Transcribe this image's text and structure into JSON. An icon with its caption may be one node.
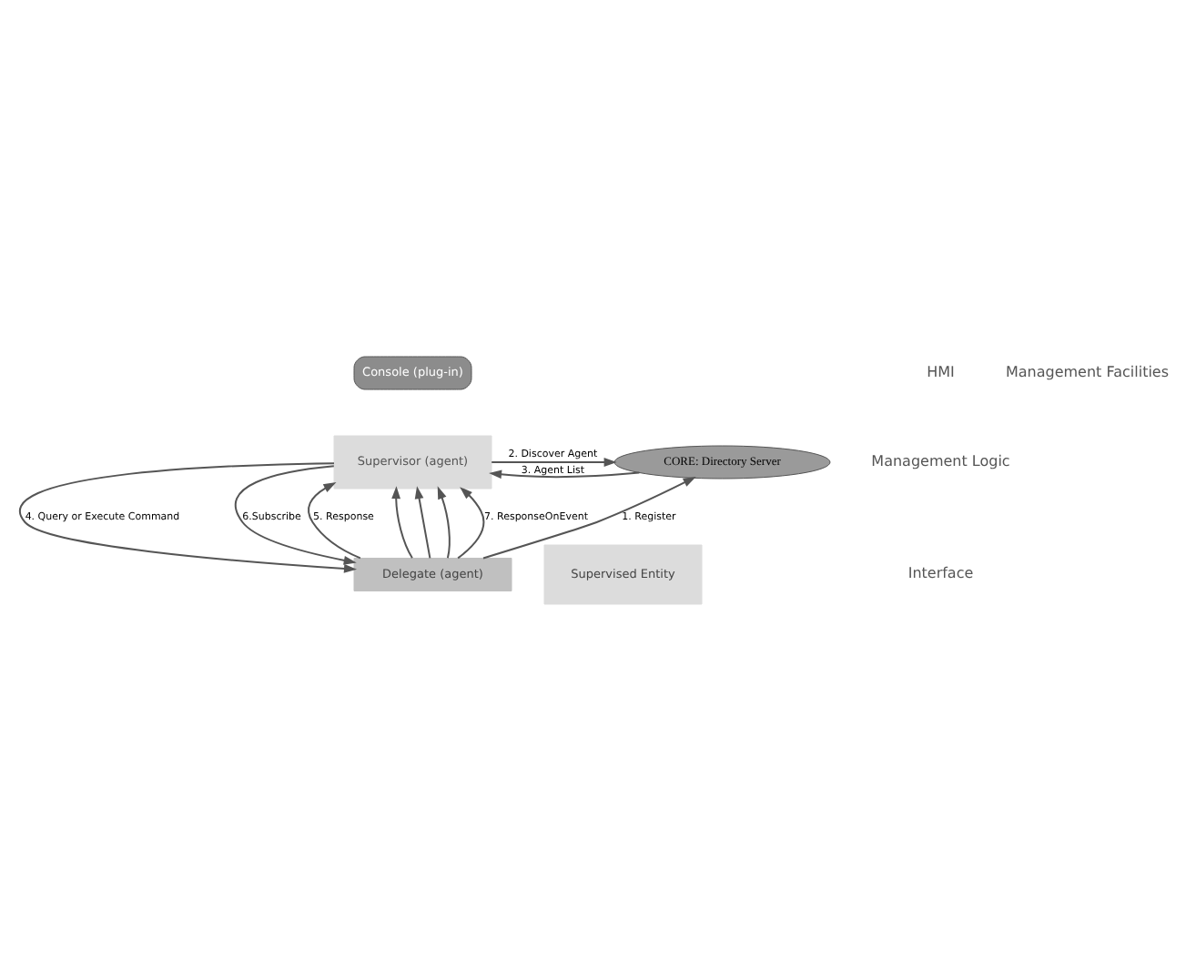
{
  "diagram": {
    "nodes": [
      {
        "text": [
          "Console (plug-in)"
        ]
      },
      {
        "text": [
          "Supervisor (agent)"
        ]
      },
      {
        "text": [
          "CORE: Directory Server"
        ]
      },
      {
        "text": [
          "Delegate (agent)"
        ]
      },
      {
        "text": [
          "Supervised Entity"
        ]
      }
    ],
    "edges": [
      {
        "from": 3,
        "to": 2,
        "arrow": "to",
        "label": "1. Register"
      },
      {
        "from": 1,
        "to": 2,
        "arrow": "to",
        "label": "2. Discover Agent"
      },
      {
        "from": 2,
        "to": 1,
        "arrow": "to",
        "label": "3. Agent List"
      },
      {
        "from": 1,
        "to": 3,
        "arrow": "to",
        "label": "4. Query or Execute Command"
      },
      {
        "from": 3,
        "to": 1,
        "arrow": "to",
        "label": "5. Response"
      },
      {
        "from": 1,
        "to": 3,
        "arrow": "to",
        "label": "6.Subscribe"
      },
      {
        "from": 3,
        "to": 1,
        "arrow": "to"
      },
      {
        "from": 3,
        "to": 1,
        "arrow": "to"
      },
      {
        "from": 3,
        "to": 1,
        "arrow": "to"
      },
      {
        "from": 3,
        "to": 1,
        "arrow": "to",
        "label": "7. ResponseOnEvent"
      }
    ],
    "labels": [
      "HMI",
      "Management Facilities",
      "Management Logic",
      "Interface"
    ]
  }
}
